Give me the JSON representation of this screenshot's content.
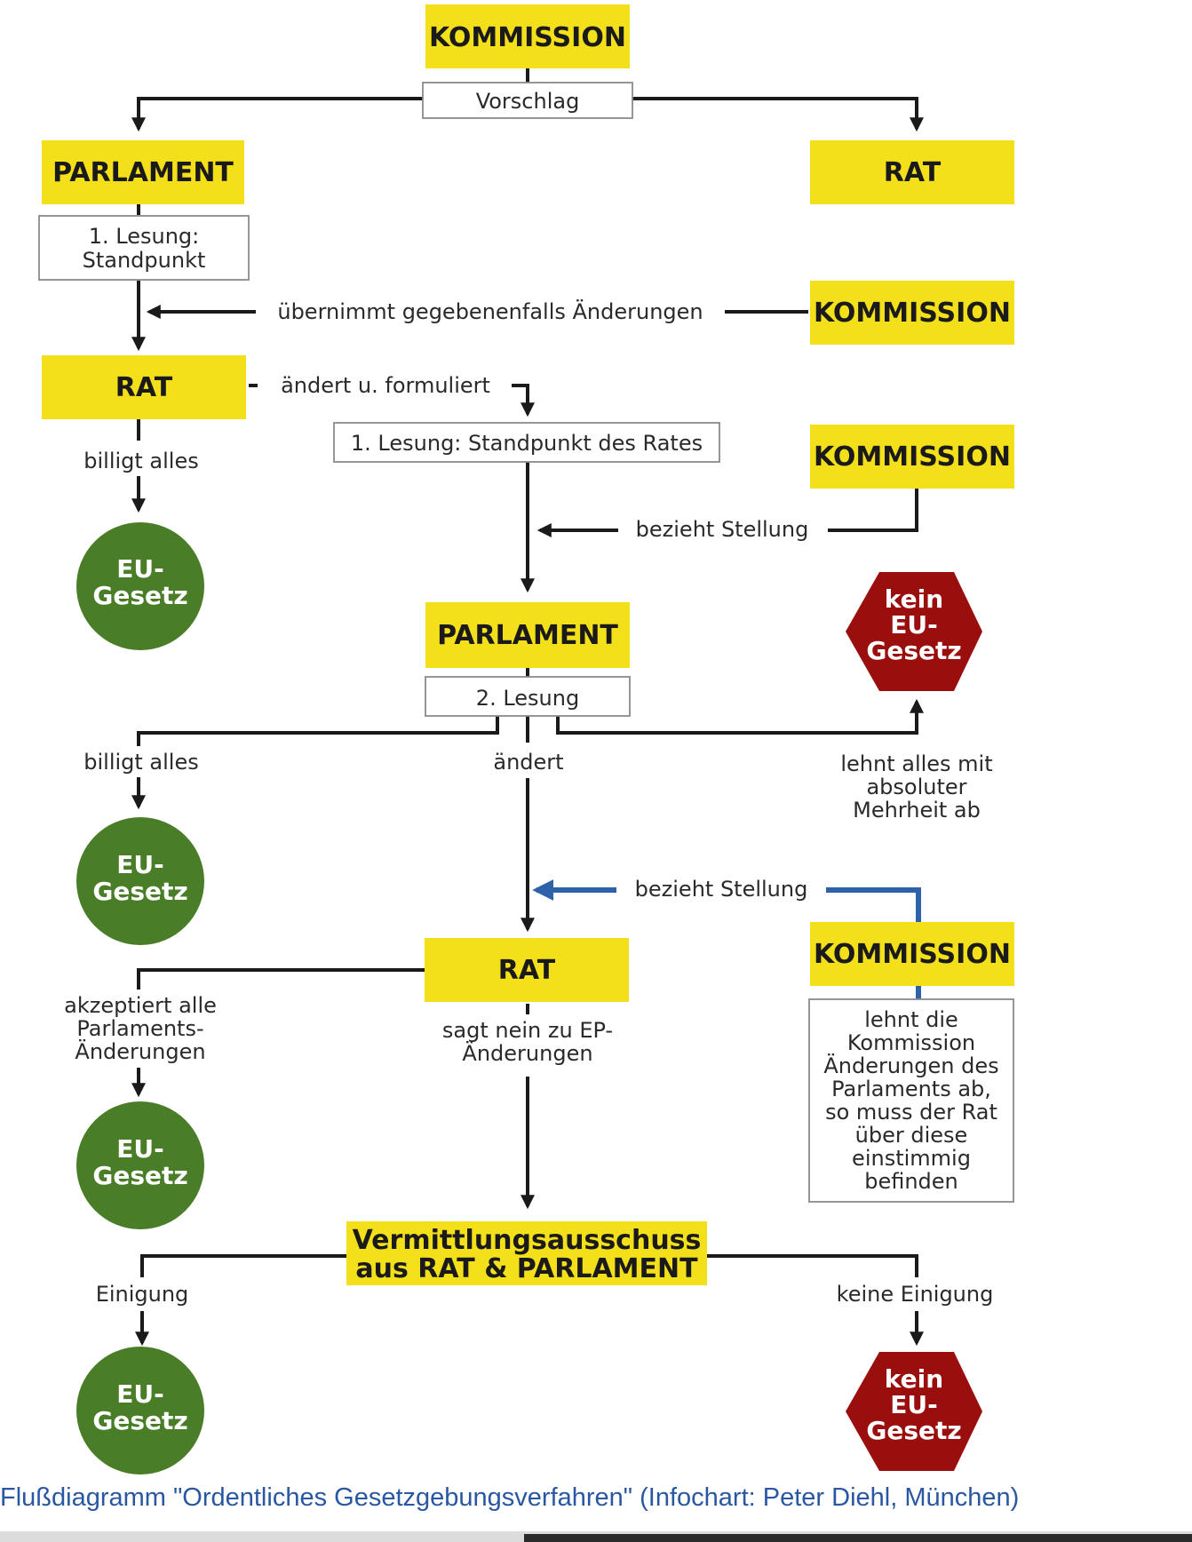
{
  "diagram": {
    "top": {
      "kommission": "KOMMISSION",
      "vorschlag": "Vorschlag"
    },
    "parlament_1": {
      "title": "PARLAMENT",
      "lesung_line1": "1. Lesung:",
      "lesung_line2": "Standpunkt"
    },
    "rat_1": {
      "title": "RAT"
    },
    "kommission_2": {
      "title": "KOMMISSION",
      "label": "übernimmt gegebenenfalls Änderungen"
    },
    "rat_2": {
      "title": "RAT",
      "aendert_label": "ändert u. formuliert",
      "lesung": "1. Lesung: Standpunkt des Rates",
      "billigt_label": "billigt alles"
    },
    "eu_gesetz_1": {
      "line1": "EU-",
      "line2": "Gesetz"
    },
    "kommission_3": {
      "title": "KOMMISSION",
      "label": "bezieht Stellung"
    },
    "parlament_2": {
      "title": "PARLAMENT",
      "lesung": "2. Lesung",
      "billigt_label": "billigt alles",
      "aendert_label": "ändert",
      "lehnt_line1": "lehnt alles mit",
      "lehnt_line2": "absoluter",
      "lehnt_line3": "Mehrheit ab"
    },
    "kein_gesetz_1": {
      "line1": "kein",
      "line2": "EU-",
      "line3": "Gesetz"
    },
    "eu_gesetz_2": {
      "line1": "EU-",
      "line2": "Gesetz"
    },
    "kommission_4": {
      "title": "KOMMISSION",
      "label": "bezieht Stellung",
      "note_lines": [
        "lehnt die",
        "Kommission",
        "Änderungen des",
        "Parlaments ab,",
        "so muss der Rat",
        "über diese",
        "einstimmig",
        "befinden"
      ]
    },
    "rat_3": {
      "title": "RAT",
      "akzeptiert_line1": "akzeptiert alle",
      "akzeptiert_line2": "Parlaments-",
      "akzeptiert_line3": "Änderungen",
      "sagt_line1": "sagt nein zu EP-",
      "sagt_line2": "Änderungen"
    },
    "eu_gesetz_3": {
      "line1": "EU-",
      "line2": "Gesetz"
    },
    "vermittlung": {
      "line1": "Vermittlungsausschuss",
      "line2": "aus RAT & PARLAMENT",
      "einigung": "Einigung",
      "keine_einigung": "keine Einigung"
    },
    "eu_gesetz_4": {
      "line1": "EU-",
      "line2": "Gesetz"
    },
    "kein_gesetz_2": {
      "line1": "kein",
      "line2": "EU-",
      "line3": "Gesetz"
    }
  },
  "caption": "Flußdiagramm \"Ordentliches Gesetzgebungsverfahren\" (Infochart: Peter Diehl, München)",
  "colors": {
    "yellow": "#f4e01a",
    "green": "#4a7d28",
    "red": "#9b0e0e",
    "blue": "#2d62a8",
    "caption": "#2a57a2"
  }
}
